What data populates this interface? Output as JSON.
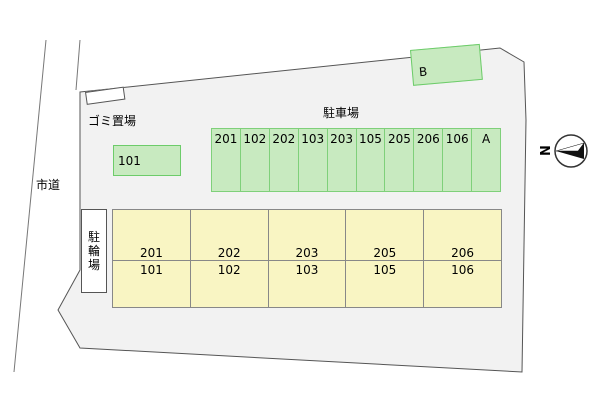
{
  "labels": {
    "city_road": "市道",
    "garbage": "ゴミ置場",
    "parking_lot": "駐車場",
    "bicycle_lines": [
      "駐",
      "輪",
      "場"
    ]
  },
  "parking_row": [
    "201",
    "102",
    "202",
    "103",
    "203",
    "105",
    "205",
    "206",
    "106",
    "A"
  ],
  "parking_extra": {
    "b": "B",
    "room_101": "101"
  },
  "building_units": [
    {
      "upper": "201",
      "lower": "101"
    },
    {
      "upper": "202",
      "lower": "102"
    },
    {
      "upper": "203",
      "lower": "103"
    },
    {
      "upper": "205",
      "lower": "105"
    },
    {
      "upper": "206",
      "lower": "106"
    }
  ],
  "compass": {
    "north_label": "N"
  },
  "colors": {
    "lot": "#f2f2f2",
    "parking_fill": "#c8eac0",
    "parking_border": "#6dcc6a",
    "building_fill": "#f9f5c3"
  }
}
